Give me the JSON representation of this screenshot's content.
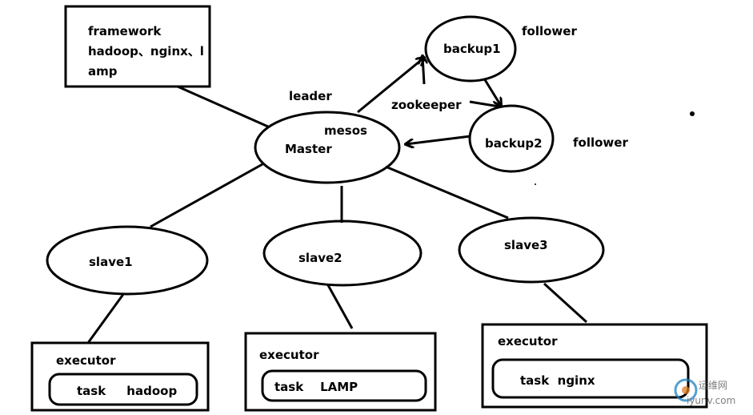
{
  "framework": {
    "line1": "framework",
    "line2": "hadoop、nginx、l",
    "line3": "amp"
  },
  "master": {
    "top_label": "leader",
    "line1": "mesos",
    "line2": "Master"
  },
  "zookeeper_label": "zookeeper",
  "backup1": {
    "label": "backup1",
    "role": "follower"
  },
  "backup2": {
    "label": "backup2",
    "role": "follower"
  },
  "slaves": [
    {
      "label": "slave1"
    },
    {
      "label": "slave2"
    },
    {
      "label": "slave3"
    }
  ],
  "executors": [
    {
      "title": "executor",
      "task": "task     hadoop"
    },
    {
      "title": "executor",
      "task": "task    LAMP"
    },
    {
      "title": "executor",
      "task": "task  nginx"
    }
  ],
  "watermark": {
    "line1": "运维网",
    "line2": "iyunv.com"
  }
}
